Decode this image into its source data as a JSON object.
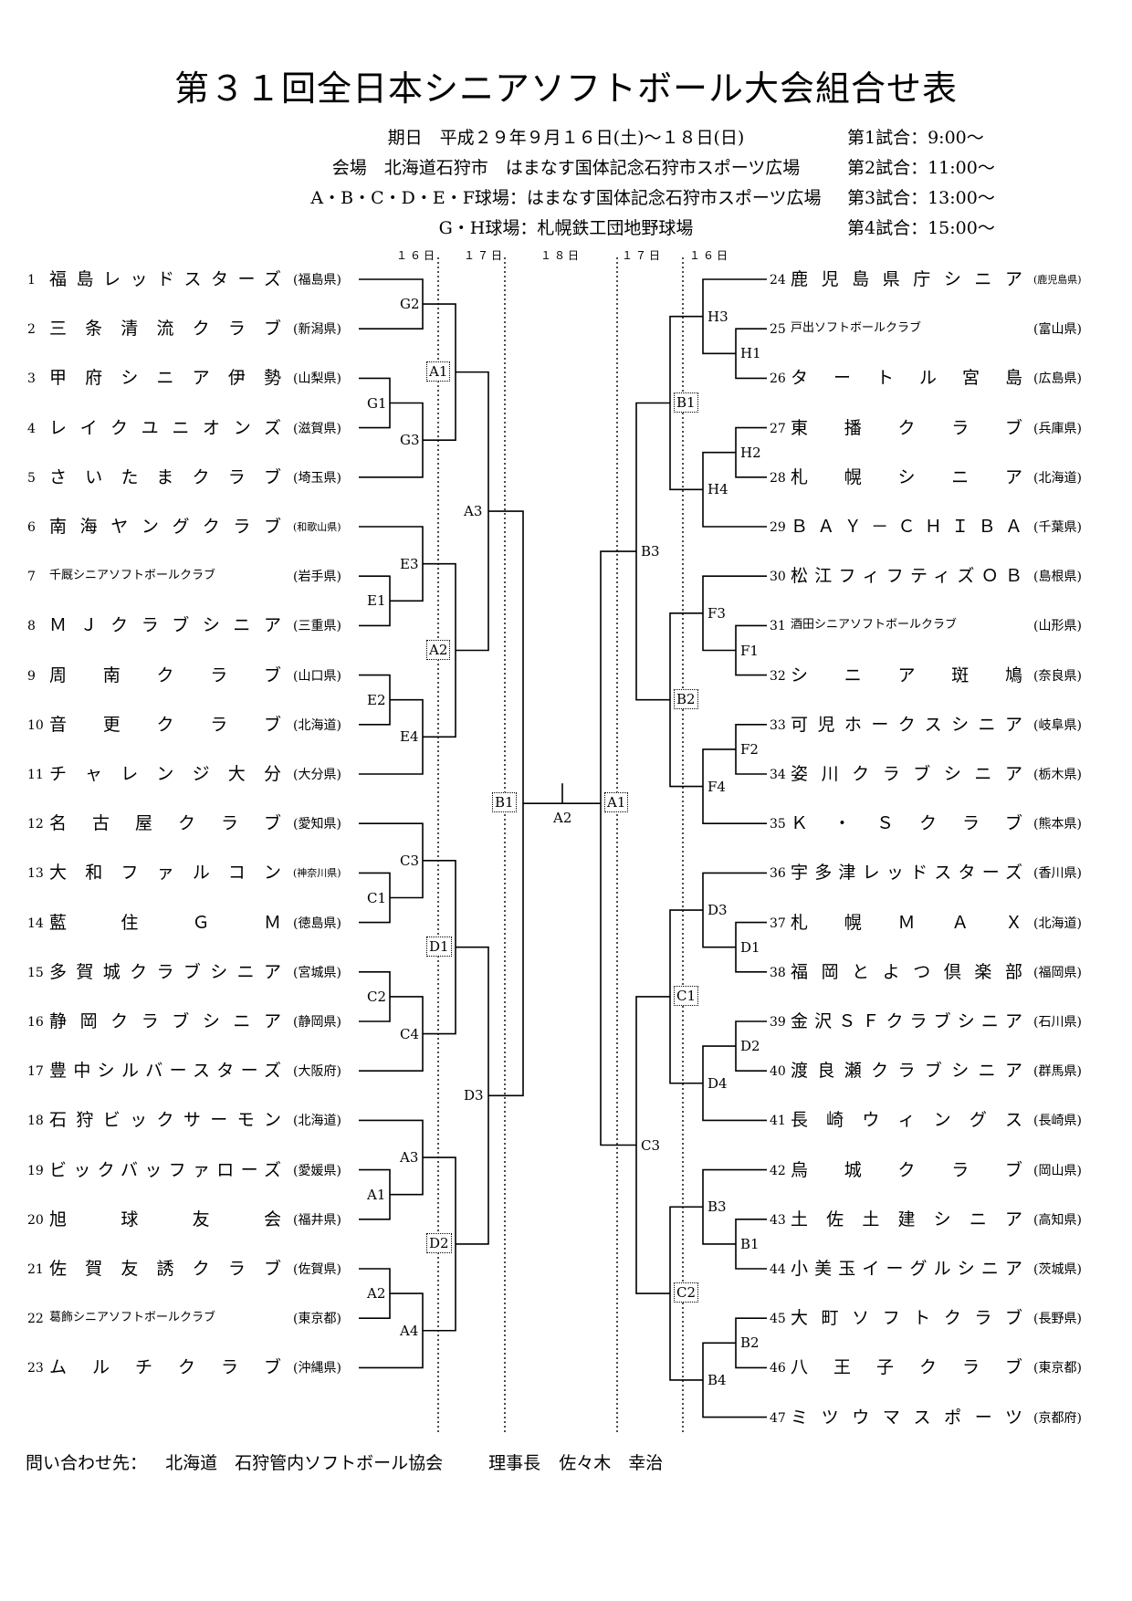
{
  "title": "第３１回全日本シニアソフトボール大会組合せ表",
  "info": {
    "date": "期日　平成２９年９月１６日(土)～１８日(日)",
    "venue": "会場　北海道石狩市　はまなす国体記念石狩市スポーツ広場",
    "fields_af": "A・B・C・D・E・F球場：はまなす国体記念石狩市スポーツ広場",
    "fields_gh": "G・H球場：札幌鉄工団地野球場"
  },
  "times": [
    "第1試合：9:00～",
    "第2試合：11:00～",
    "第3試合：13:00～",
    "第4試合：15:00～"
  ],
  "day_labels": [
    "１６日",
    "１７日",
    "１８日",
    "１７日",
    "１６日"
  ],
  "left_teams": [
    {
      "num": "1",
      "name": "福島レッドスターズ",
      "pref": "(福島県)"
    },
    {
      "num": "2",
      "name": "三条清流クラブ",
      "pref": "(新潟県)"
    },
    {
      "num": "3",
      "name": "甲府シニア伊勢",
      "pref": "(山梨県)"
    },
    {
      "num": "4",
      "name": "レイクユニオンズ",
      "pref": "(滋賀県)"
    },
    {
      "num": "5",
      "name": "さいたまクラブ",
      "pref": "(埼玉県)"
    },
    {
      "num": "6",
      "name": "南海ヤングクラブ",
      "pref": "(和歌山県)"
    },
    {
      "num": "7",
      "name": "千厩シニアソフトボールクラブ",
      "pref": "(岩手県)"
    },
    {
      "num": "8",
      "name": "ＭＪクラブシニア",
      "pref": "(三重県)"
    },
    {
      "num": "9",
      "name": "周南クラブ",
      "pref": "(山口県)"
    },
    {
      "num": "10",
      "name": "音更クラブ",
      "pref": "(北海道)"
    },
    {
      "num": "11",
      "name": "チャレンジ大分",
      "pref": "(大分県)"
    },
    {
      "num": "12",
      "name": "名古屋クラブ",
      "pref": "(愛知県)"
    },
    {
      "num": "13",
      "name": "大和ファルコン",
      "pref": "(神奈川県)"
    },
    {
      "num": "14",
      "name": "藍住ＧＭ",
      "pref": "(徳島県)"
    },
    {
      "num": "15",
      "name": "多賀城クラブシニア",
      "pref": "(宮城県)"
    },
    {
      "num": "16",
      "name": "静岡クラブシニア",
      "pref": "(静岡県)"
    },
    {
      "num": "17",
      "name": "豊中シルバースターズ",
      "pref": "(大阪府)"
    },
    {
      "num": "18",
      "name": "石狩ビックサーモン",
      "pref": "(北海道)"
    },
    {
      "num": "19",
      "name": "ビックバッファローズ",
      "pref": "(愛媛県)"
    },
    {
      "num": "20",
      "name": "旭球友会",
      "pref": "(福井県)"
    },
    {
      "num": "21",
      "name": "佐賀友誘クラブ",
      "pref": "(佐賀県)"
    },
    {
      "num": "22",
      "name": "葛飾シニアソフトボールクラブ",
      "pref": "(東京都)"
    },
    {
      "num": "23",
      "name": "ムルチクラブ",
      "pref": "(沖縄県)"
    }
  ],
  "right_teams": [
    {
      "num": "24",
      "name": "鹿児島県庁シニア",
      "pref": "(鹿児島県)"
    },
    {
      "num": "25",
      "name": "戸出ソフトボールクラブ",
      "pref": "(富山県)"
    },
    {
      "num": "26",
      "name": "タートル宮島",
      "pref": "(広島県)"
    },
    {
      "num": "27",
      "name": "東播クラブ",
      "pref": "(兵庫県)"
    },
    {
      "num": "28",
      "name": "札幌シニア",
      "pref": "(北海道)"
    },
    {
      "num": "29",
      "name": "ＢＡＹ－ＣＨＩＢＡ",
      "pref": "(千葉県)"
    },
    {
      "num": "30",
      "name": "松江フィフティズＯＢ",
      "pref": "(島根県)"
    },
    {
      "num": "31",
      "name": "酒田シニアソフトボールクラブ",
      "pref": "(山形県)"
    },
    {
      "num": "32",
      "name": "シニア斑鳩",
      "pref": "(奈良県)"
    },
    {
      "num": "33",
      "name": "可児ホークスシニア",
      "pref": "(岐阜県)"
    },
    {
      "num": "34",
      "name": "姿川クラブシニア",
      "pref": "(栃木県)"
    },
    {
      "num": "35",
      "name": "Ｋ・Ｓクラブ",
      "pref": "(熊本県)"
    },
    {
      "num": "36",
      "name": "宇多津レッドスターズ",
      "pref": "(香川県)"
    },
    {
      "num": "37",
      "name": "札幌ＭＡＸ",
      "pref": "(北海道)"
    },
    {
      "num": "38",
      "name": "福岡とよつ倶楽部",
      "pref": "(福岡県)"
    },
    {
      "num": "39",
      "name": "金沢ＳＦクラブシニア",
      "pref": "(石川県)"
    },
    {
      "num": "40",
      "name": "渡良瀬クラブシニア",
      "pref": "(群馬県)"
    },
    {
      "num": "41",
      "name": "長崎ウィングス",
      "pref": "(長崎県)"
    },
    {
      "num": "42",
      "name": "烏城クラブ",
      "pref": "(岡山県)"
    },
    {
      "num": "43",
      "name": "土佐土建シニア",
      "pref": "(高知県)"
    },
    {
      "num": "44",
      "name": "小美玉イーグルシニア",
      "pref": "(茨城県)"
    },
    {
      "num": "45",
      "name": "大町ソフトクラブ",
      "pref": "(長野県)"
    },
    {
      "num": "46",
      "name": "八王子クラブ",
      "pref": "(東京都)"
    },
    {
      "num": "47",
      "name": "ミツウマスポーツ",
      "pref": "(京都府)"
    }
  ],
  "match_labels": {
    "G2": "G2",
    "G1": "G1",
    "G3": "G3",
    "E3": "E3",
    "E1": "E1",
    "E2": "E2",
    "E4": "E4",
    "C3": "C3",
    "C1": "C1",
    "C2": "C2",
    "C4": "C4",
    "A3": "A3",
    "A1": "A1",
    "A2": "A2",
    "A4": "A4",
    "L_A1": "A1",
    "L_A2": "A2",
    "L_A3": "A3",
    "L_D1": "D1",
    "L_D2": "D2",
    "L_D3": "D3",
    "L_B1": "B1",
    "F_A2": "A2",
    "R_A1": "A1",
    "R_B1": "B1",
    "R_B2": "B2",
    "R_B3": "B3",
    "R_C1": "C1",
    "R_C2": "C2",
    "R_C3": "C3",
    "H3": "H3",
    "H1": "H1",
    "H2": "H2",
    "H4": "H4",
    "F3": "F3",
    "F1": "F1",
    "F2": "F2",
    "F4": "F4",
    "D3": "D3",
    "D1": "D1",
    "D2": "D2",
    "D4": "D4",
    "B3": "B3",
    "B1": "B1",
    "B2": "B2",
    "B4": "B4"
  },
  "footer": {
    "contact_label": "問い合わせ先：",
    "org": "北海道　石狩管内ソフトボール協会",
    "role": "理事長",
    "person": "佐々木　幸治"
  }
}
